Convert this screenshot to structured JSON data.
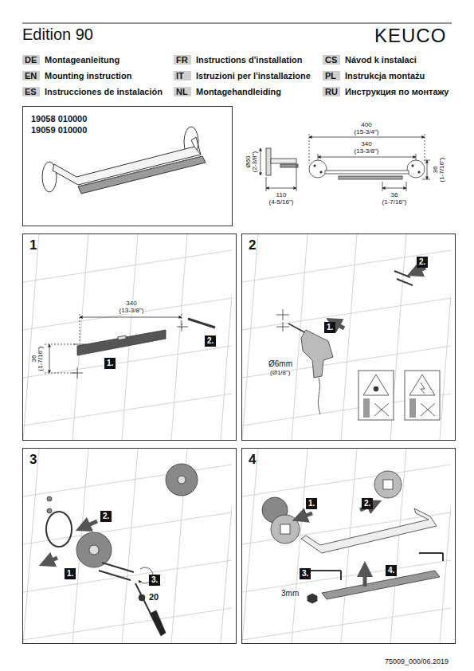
{
  "diagram": {
    "title": "Edition 90",
    "nodes": [
      {
        "text": [
          "DE",
          "Montageanleitung"
        ]
      },
      {
        "text": [
          "FR",
          "Instructions d'installation"
        ]
      },
      {
        "text": [
          "CS",
          "Návod k instalaci"
        ]
      },
      {
        "text": [
          "EN",
          "Mounting instruction"
        ]
      },
      {
        "text": [
          "IT",
          "Istruzioni per l'installazione"
        ]
      },
      {
        "text": [
          "PL",
          "Instrukcja montażu"
        ]
      },
      {
        "text": [
          "ES",
          "Instrucciones de instalación"
        ]
      },
      {
        "text": [
          "NL",
          "Montagehandleiding"
        ]
      },
      {
        "text": [
          "RU",
          "Инструкция по монтажу"
        ]
      },
      {
        "text": [
          "19058 010000 19059 010000"
        ]
      },
      {
        "text": [
          "1"
        ]
      },
      {
        "text": [
          "1."
        ],
        "in": 10
      },
      {
        "text": [
          "2."
        ],
        "in": 10
      },
      {
        "text": [
          "2"
        ]
      },
      {
        "text": [
          "1."
        ],
        "in": 13
      },
      {
        "text": [
          "2."
        ],
        "in": 13
      },
      {
        "text": [
          "3"
        ]
      },
      {
        "text": [
          "1."
        ],
        "in": 16
      },
      {
        "text": [
          "2."
        ],
        "in": 16
      },
      {
        "text": [
          "3."
        ],
        "in": 16
      },
      {
        "text": [
          "4"
        ]
      },
      {
        "text": [
          "1."
        ],
        "in": 20
      },
      {
        "text": [
          "2."
        ],
        "in": 20
      },
      {
        "text": [
          "3."
        ],
        "in": 20
      },
      {
        "text": [
          "4."
        ],
        "in": 20
      }
    ],
    "labels": [
      "KEUCO",
      "Ø60",
      "(2-3/8\")",
      "400",
      "(15-3/4\")",
      "340",
      "(13-3/8\")",
      "36",
      "(1-7/16\")",
      "110",
      "(4-5/16\")",
      "36",
      "(1-7/16\")",
      "340",
      "(13-3/8\")",
      "36",
      "(1-7/16\")",
      "Ø6mm",
      "(Ø1/8\")",
      "20",
      "3mm",
      "75009_000/06.2019"
    ]
  }
}
